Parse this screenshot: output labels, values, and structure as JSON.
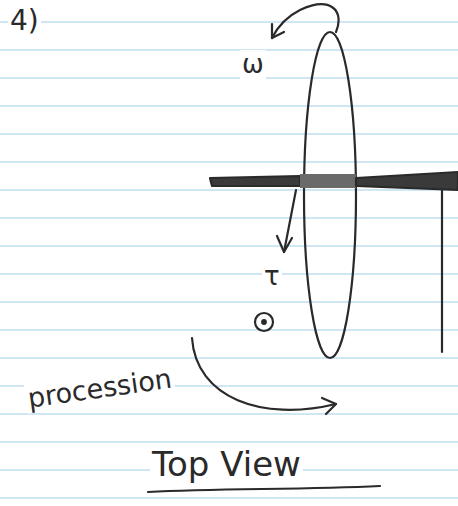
{
  "diagram": {
    "labels": [
      "4)",
      "ω",
      "τ",
      "procession",
      "Top View"
    ]
  }
}
